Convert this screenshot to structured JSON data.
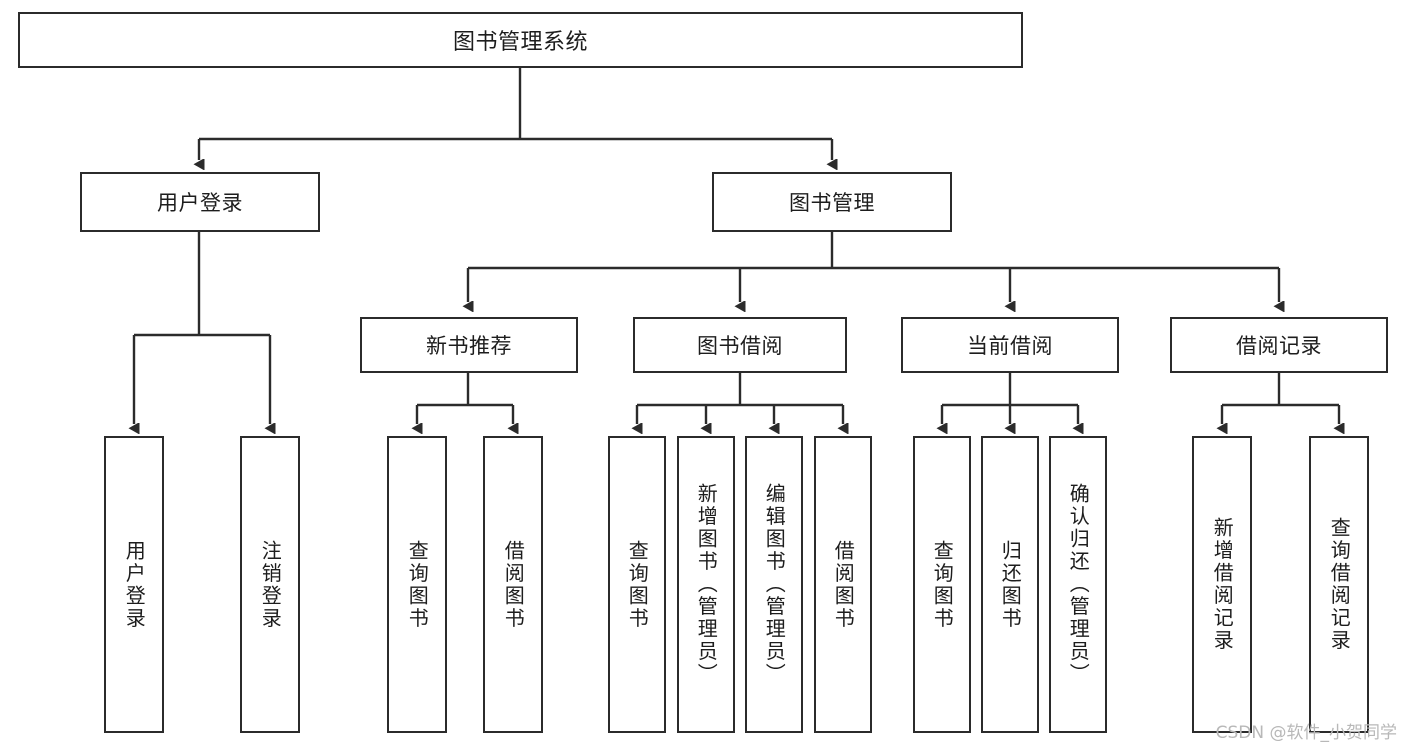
{
  "diagram": {
    "title": "图书管理系统",
    "type": "hierarchy-tree",
    "watermark": "CSDN @软件_小贺同学",
    "colors": {
      "stroke": "#2b2b2b",
      "fill": "#ffffff",
      "text": "#1d1d1d",
      "watermark": "#b8b8b8"
    },
    "levels": {
      "root": {
        "label": "图书管理系统"
      },
      "level1": [
        {
          "label": "用户登录"
        },
        {
          "label": "图书管理"
        }
      ],
      "level2": [
        {
          "label": "新书推荐"
        },
        {
          "label": "图书借阅"
        },
        {
          "label": "当前借阅"
        },
        {
          "label": "借阅记录"
        }
      ],
      "leaves": [
        {
          "label": "用户登录",
          "parent": "用户登录"
        },
        {
          "label": "注销登录",
          "parent": "用户登录"
        },
        {
          "label": "查询图书",
          "parent": "新书推荐"
        },
        {
          "label": "借阅图书",
          "parent": "新书推荐"
        },
        {
          "label": "查询图书",
          "parent": "图书借阅"
        },
        {
          "label": "新增图书（管理员）",
          "parent": "图书借阅"
        },
        {
          "label": "编辑图书（管理员）",
          "parent": "图书借阅"
        },
        {
          "label": "借阅图书",
          "parent": "图书借阅"
        },
        {
          "label": "查询图书",
          "parent": "当前借阅"
        },
        {
          "label": "归还图书",
          "parent": "当前借阅"
        },
        {
          "label": "确认归还（管理员）",
          "parent": "当前借阅"
        },
        {
          "label": "新增借阅记录",
          "parent": "借阅记录"
        },
        {
          "label": "查询借阅记录",
          "parent": "借阅记录"
        }
      ]
    }
  }
}
